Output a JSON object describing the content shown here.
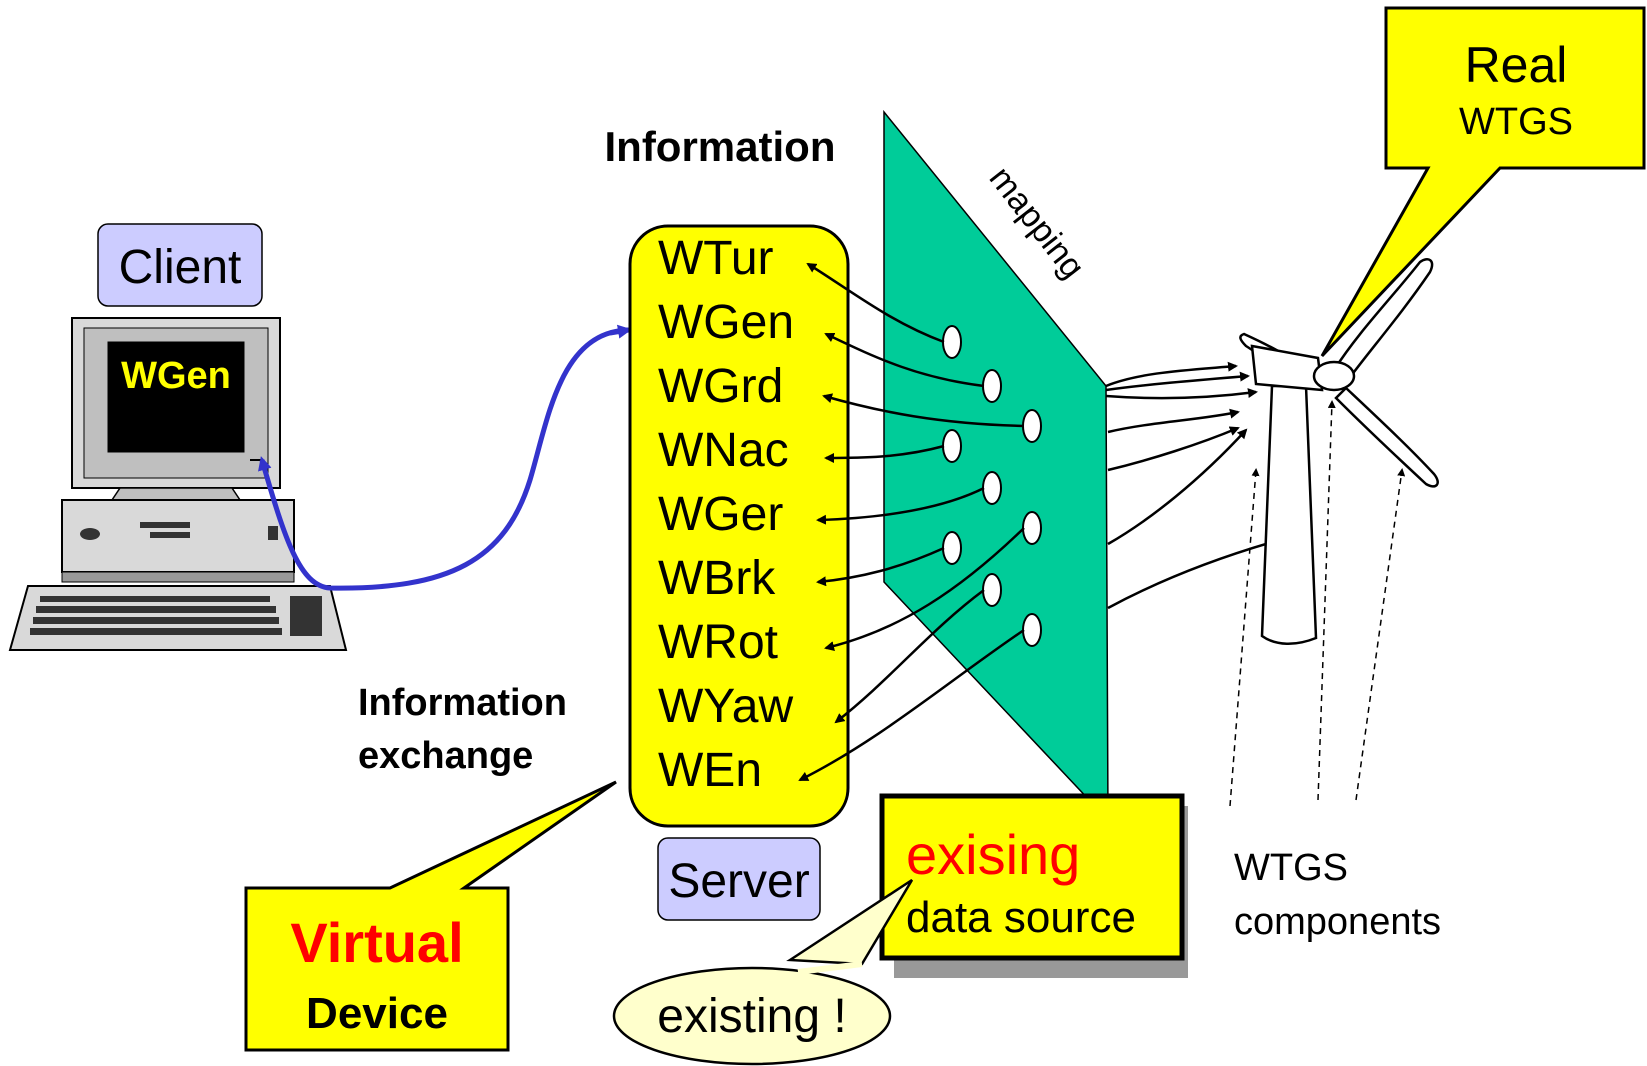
{
  "client": {
    "label": "Client",
    "screen_text": "WGen"
  },
  "server": {
    "label": "Server"
  },
  "information_label": "Information",
  "information_exchange": {
    "line1": "Information",
    "line2": "exchange"
  },
  "logical_nodes": [
    "WTur",
    "WGen",
    "WGrd",
    "WNac",
    "WGer",
    "WBrk",
    "WRot",
    "WYaw",
    "WEn"
  ],
  "mapping_label": "mapping",
  "real_wtgs": {
    "line1": "Real",
    "line2": "WTGS"
  },
  "virtual_device": {
    "line1": "Virtual",
    "line2": "Device"
  },
  "data_source": {
    "line1": "exising",
    "line2": "data source"
  },
  "existing_callout": "existing !",
  "wtgs_components": {
    "line1": "WTGS",
    "line2": "components"
  },
  "colors": {
    "callout_yellow": "#ffff00",
    "client_label_bg": "#ccccff",
    "mapping_plane": "#00cc99",
    "exchange_arrow": "#3333cc",
    "accent_red": "#ff0000",
    "callout_cream": "#ffffcc"
  }
}
